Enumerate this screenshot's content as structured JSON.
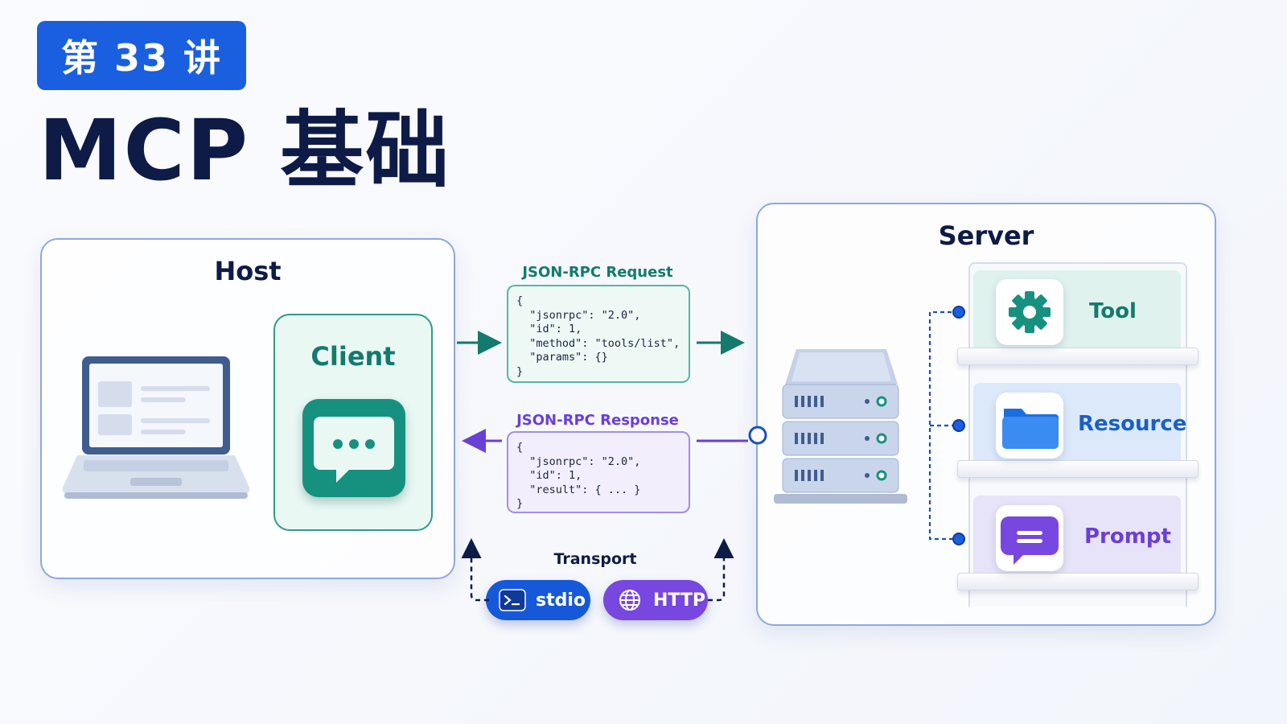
{
  "header": {
    "lecture_badge": "第 33 讲",
    "title": "MCP 基础"
  },
  "host": {
    "title": "Host",
    "client_label": "Client"
  },
  "request": {
    "label": "JSON-RPC Request",
    "code": "{\n  \"jsonrpc\": \"2.0\",\n  \"id\": 1,\n  \"method\": \"tools/list\",\n  \"params\": {}\n}"
  },
  "response": {
    "label": "JSON-RPC Response",
    "code": "{\n  \"jsonrpc\": \"2.0\",\n  \"id\": 1,\n  \"result\": { ... }\n}"
  },
  "transport": {
    "label": "Transport",
    "stdio": "stdio",
    "http": "HTTP"
  },
  "server": {
    "title": "Server",
    "items": [
      {
        "label": "Tool",
        "icon": "gear-icon",
        "color": "#137a6d"
      },
      {
        "label": "Resource",
        "icon": "folder-icon",
        "color": "#1a5fc9"
      },
      {
        "label": "Prompt",
        "icon": "prompt-bubble-icon",
        "color": "#6a3fd6"
      }
    ]
  },
  "colors": {
    "brand_blue": "#1a5fe0",
    "teal": "#17917f",
    "purple": "#7747e0",
    "navy": "#0d1b46"
  }
}
